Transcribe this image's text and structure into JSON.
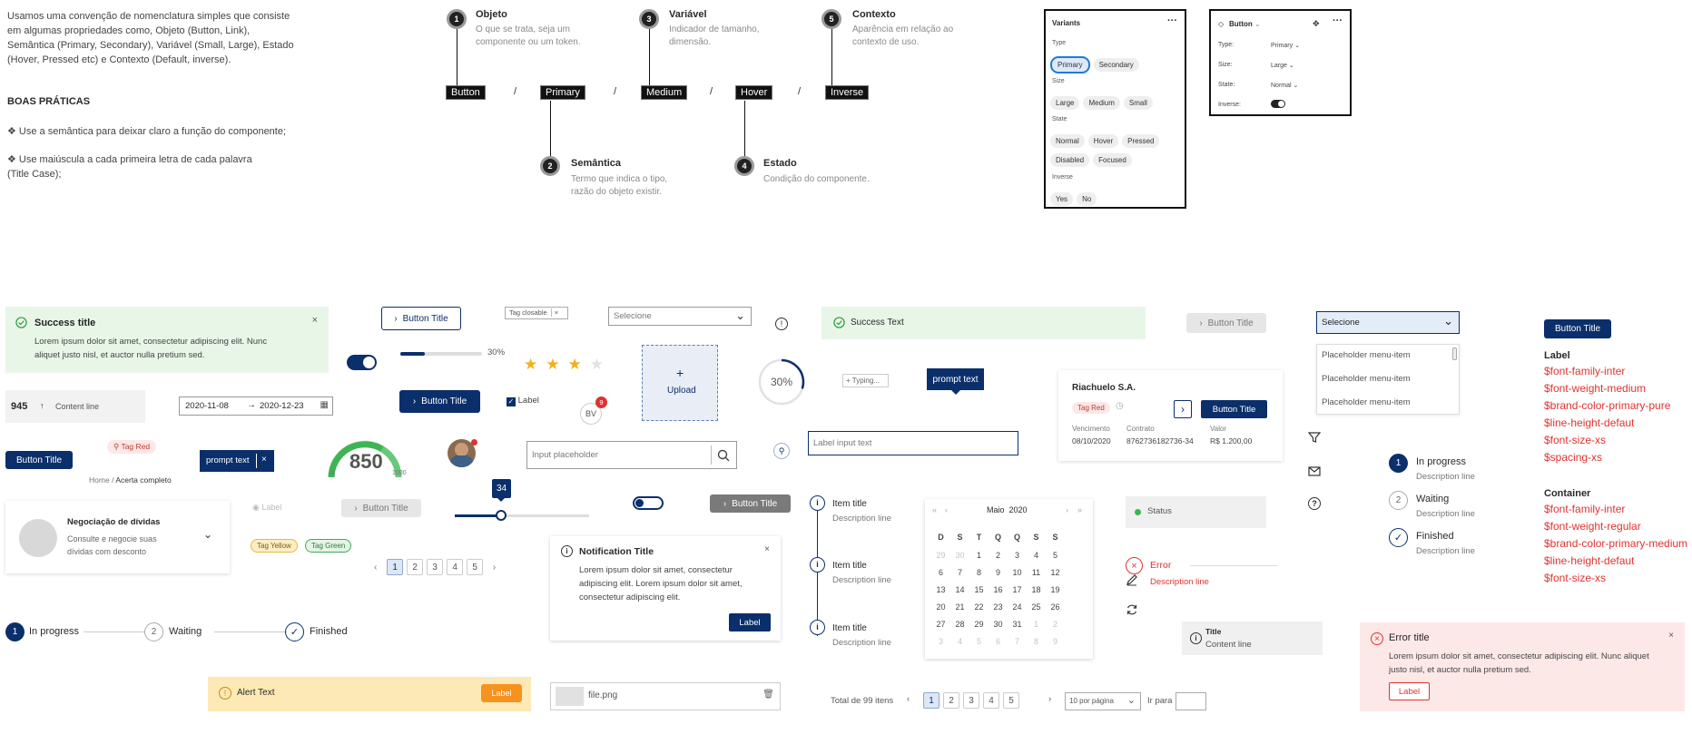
{
  "intro": {
    "paragraph": "Usamos uma convenção de nomenclatura simples que consiste em algumas propriedades como, Objeto (Button, Link), Semântica (Primary, Secondary), Variável (Small, Large), Estado (Hover, Pressed etc) e Contexto (Default, inverse).",
    "best_practices_title": "BOAS PRÁTICAS",
    "practice_1": "❖ Use a semântica para deixar claro a função do componente;",
    "practice_2": "❖ Use maiúscula a cada primeira letra de cada palavra (Title Case);"
  },
  "naming": {
    "tokens": [
      "Button",
      "Primary",
      "Medium",
      "Hover",
      "Inverse"
    ],
    "slash": "/",
    "parts": [
      {
        "num": "1",
        "title": "Objeto",
        "desc": "O que se trata, seja um componente ou um token."
      },
      {
        "num": "2",
        "title": "Semântica",
        "desc": "Termo que indica o tipo, razão do objeto existir."
      },
      {
        "num": "3",
        "title": "Variável",
        "desc": "Indicador de tamanho, dimensão."
      },
      {
        "num": "4",
        "title": "Estado",
        "desc": "Condição do componente."
      },
      {
        "num": "5",
        "title": "Contexto",
        "desc": "Aparência em relação ao contexto de uso."
      }
    ]
  },
  "variants_panel": {
    "title": "Variants",
    "more": "···",
    "type_label": "Type",
    "type_options": [
      "Primary",
      "Secondary"
    ],
    "size_label": "Size",
    "size_options": [
      "Large",
      "Medium",
      "Small"
    ],
    "state_label": "State",
    "state_options": [
      "Normal",
      "Hover",
      "Pressed",
      "Disabled",
      "Focused"
    ],
    "inverse_label": "Inverse",
    "inverse_options": [
      "Yes",
      "No"
    ]
  },
  "button_panel": {
    "title": "Button",
    "more": "···",
    "type_label": "Type:",
    "type_value": "Primary",
    "size_label": "Size:",
    "size_value": "Large",
    "state_label": "State:",
    "state_value": "Normal",
    "inverse_label": "Inverse:"
  },
  "components": {
    "success_alert": {
      "title": "Success title",
      "body": "Lorem ipsum dolor sit amet, consectetur adipiscing elit. Nunc aliquet justo nisl, et auctor nulla pretium sed."
    },
    "counter": {
      "value": "945",
      "label": "Content line"
    },
    "date_range": {
      "start": "2020-11-08",
      "end": "2020-12-23"
    },
    "button_title": "Button Title",
    "tag_red": "Tag Red",
    "prompt_text": "prompt text",
    "breadcrumb": {
      "home": "Home",
      "sep": "/",
      "current": "Acerta completo"
    },
    "debt_card": {
      "title": "Negociação de dívidas",
      "desc": "Consulte e negocie suas dívidas com desconto"
    },
    "tag_closable": "Tag closable",
    "progress_label": "30%",
    "progress_value": 0.3,
    "rating": {
      "value": 3,
      "max": 4
    },
    "label": "Label",
    "avatar": {
      "initials": "BV",
      "badge": "9"
    },
    "score": {
      "value": "850",
      "min": "0",
      "max": "1000"
    },
    "disabled_label": "Label",
    "slider_value": "34",
    "tag_yellow": "Tag Yellow",
    "tag_green": "Tag Green",
    "pagination_small": [
      "1",
      "2",
      "3",
      "4",
      "5"
    ],
    "select_placeholder": "Selecione",
    "upload": {
      "icon": "+",
      "label": "Upload"
    },
    "input_placeholder": "Input placeholder",
    "notification": {
      "title": "Notification Title",
      "body": "Lorem ipsum dolor sit amet, consectetur adipiscing elit. Lorem ipsum dolor sit amet, consectetur adipiscing elit.",
      "action": "Label"
    },
    "file_name": "file.png",
    "ring_progress": "30%",
    "typing_chip": "Typing...",
    "success_text": "Success Text",
    "company_card": {
      "name": "Riachuelo S.A.",
      "tag": "Tag Red",
      "due_label": "Vencimento",
      "due_value": "08/10/2020",
      "contract_label": "Contrato",
      "contract_value": "8762736182736-34",
      "value_label": "Valor",
      "value_amount": "R$ 1.200,00"
    },
    "label_input_placeholder": "Label input text",
    "timeline": [
      {
        "title": "Item title",
        "desc": "Description line"
      },
      {
        "title": "Item title",
        "desc": "Description line"
      },
      {
        "title": "Item title",
        "desc": "Description line"
      }
    ],
    "calendar": {
      "month": "Maio",
      "year": "2020",
      "weekdays": [
        "D",
        "S",
        "T",
        "Q",
        "Q",
        "S",
        "S"
      ],
      "weeks": [
        [
          "29",
          "30",
          "1",
          "2",
          "3",
          "4",
          "5"
        ],
        [
          "6",
          "7",
          "8",
          "9",
          "10",
          "11",
          "12"
        ],
        [
          "13",
          "14",
          "15",
          "16",
          "17",
          "18",
          "19"
        ],
        [
          "20",
          "21",
          "22",
          "23",
          "24",
          "25",
          "26"
        ],
        [
          "27",
          "28",
          "29",
          "30",
          "31",
          "1",
          "2"
        ],
        [
          "3",
          "4",
          "5",
          "6",
          "7",
          "8",
          "9"
        ]
      ]
    },
    "status": "Status",
    "error_step": {
      "title": "Error",
      "desc": "Description line"
    },
    "title_content": {
      "title": "Title",
      "content": "Content line"
    },
    "dropdown": {
      "selected": "Selecione",
      "items": [
        "Placeholder menu-item",
        "Placeholder menu-item",
        "Placeholder menu-item"
      ]
    },
    "vertical_steps": [
      {
        "num": "1",
        "title": "In progress",
        "desc": "Description line"
      },
      {
        "num": "2",
        "title": "Waiting",
        "desc": "Description line"
      },
      {
        "num": "✓",
        "title": "Finished",
        "desc": "Description line"
      }
    ],
    "horizontal_steps": [
      {
        "num": "1",
        "title": "In progress"
      },
      {
        "num": "2",
        "title": "Waiting"
      },
      {
        "num": "✓",
        "title": "Finished"
      }
    ],
    "alert_warning": {
      "text": "Alert Text",
      "action": "Label"
    },
    "table_pagination": {
      "total": "Total de 99 itens",
      "pages": [
        "1",
        "2",
        "3",
        "4",
        "5"
      ],
      "per_page": "10 por página",
      "goto": "Ir para"
    },
    "error_alert": {
      "title": "Error title",
      "body": "Lorem ipsum dolor sit amet, consectetur adipiscing elit. Nunc aliquet justo nisl, et auctor nulla pretium sed.",
      "action": "Label"
    },
    "tokens_label": {
      "title": "Label",
      "items": [
        "$font-family-inter",
        "$font-weight-medium",
        "$brand-color-primary-pure",
        "$line-height-defaut",
        "$font-size-xs",
        "$spacing-xs"
      ]
    },
    "tokens_container": {
      "title": "Container",
      "items": [
        "$font-family-inter",
        "$font-weight-regular",
        "$brand-color-primary-medium",
        "$line-height-defaut",
        "$font-size-xs"
      ]
    }
  },
  "colors": {
    "navy": "#0b2f6b",
    "success_bg": "#e8f6e8",
    "error": "#e0322f",
    "warning_bg": "#fde9b6",
    "warning_btn": "#f7921e"
  }
}
